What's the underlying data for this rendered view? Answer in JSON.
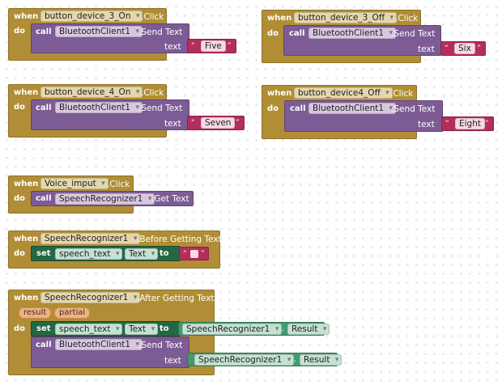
{
  "keywords": {
    "when": "when",
    "do": "do",
    "call": "call",
    "set": "set",
    "to": "to",
    "text": "text",
    "click": ".Click",
    "send_text": ".Send Text",
    "get_text": ".Get Text",
    "before_getting_text": ".Before Getting Text",
    "after_getting_text": ".After Getting Text",
    "dot": "."
  },
  "blocks": [
    {
      "component": "button_device_3_On",
      "method_target": "BluetoothClient1",
      "string": "Five"
    },
    {
      "component": "button_device_3_Off",
      "method_target": "BluetoothClient1",
      "string": "Six"
    },
    {
      "component": "button_device_4_On",
      "method_target": "BluetoothClient1",
      "string": "Seven"
    },
    {
      "component": "button_device4_Off",
      "method_target": "BluetoothClient1",
      "string": "Eight"
    }
  ],
  "voice": {
    "component": "Voice_imput",
    "method_target": "SpeechRecognizer1"
  },
  "before": {
    "component": "SpeechRecognizer1",
    "variable": "speech_text",
    "property": "Text"
  },
  "after": {
    "component": "SpeechRecognizer1",
    "params": [
      "result",
      "partial"
    ],
    "variable": "speech_text",
    "property": "Text",
    "value_component": "SpeechRecognizer1",
    "value_property": "Result",
    "method_target": "BluetoothClient1",
    "arg_component": "SpeechRecognizer1",
    "arg_property": "Result"
  }
}
